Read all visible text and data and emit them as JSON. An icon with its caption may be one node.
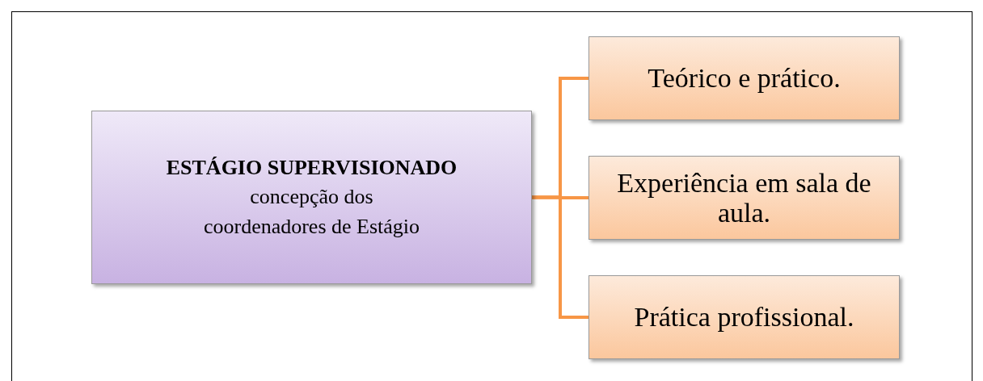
{
  "diagram": {
    "nodes": [
      {
        "text": [
          "ESTÁGIO SUPERVISIONADO",
          "concepção dos coordenadores de Estágio"
        ]
      },
      {
        "text": [
          "Teórico e prático."
        ]
      },
      {
        "text": [
          "Experiência em sala de aula."
        ]
      },
      {
        "text": [
          "Prática profissional."
        ]
      }
    ],
    "edges": [
      {
        "from": 0,
        "to": 1,
        "arrow": "none"
      },
      {
        "from": 0,
        "to": 2,
        "arrow": "none"
      },
      {
        "from": 0,
        "to": 3,
        "arrow": "none"
      }
    ]
  }
}
